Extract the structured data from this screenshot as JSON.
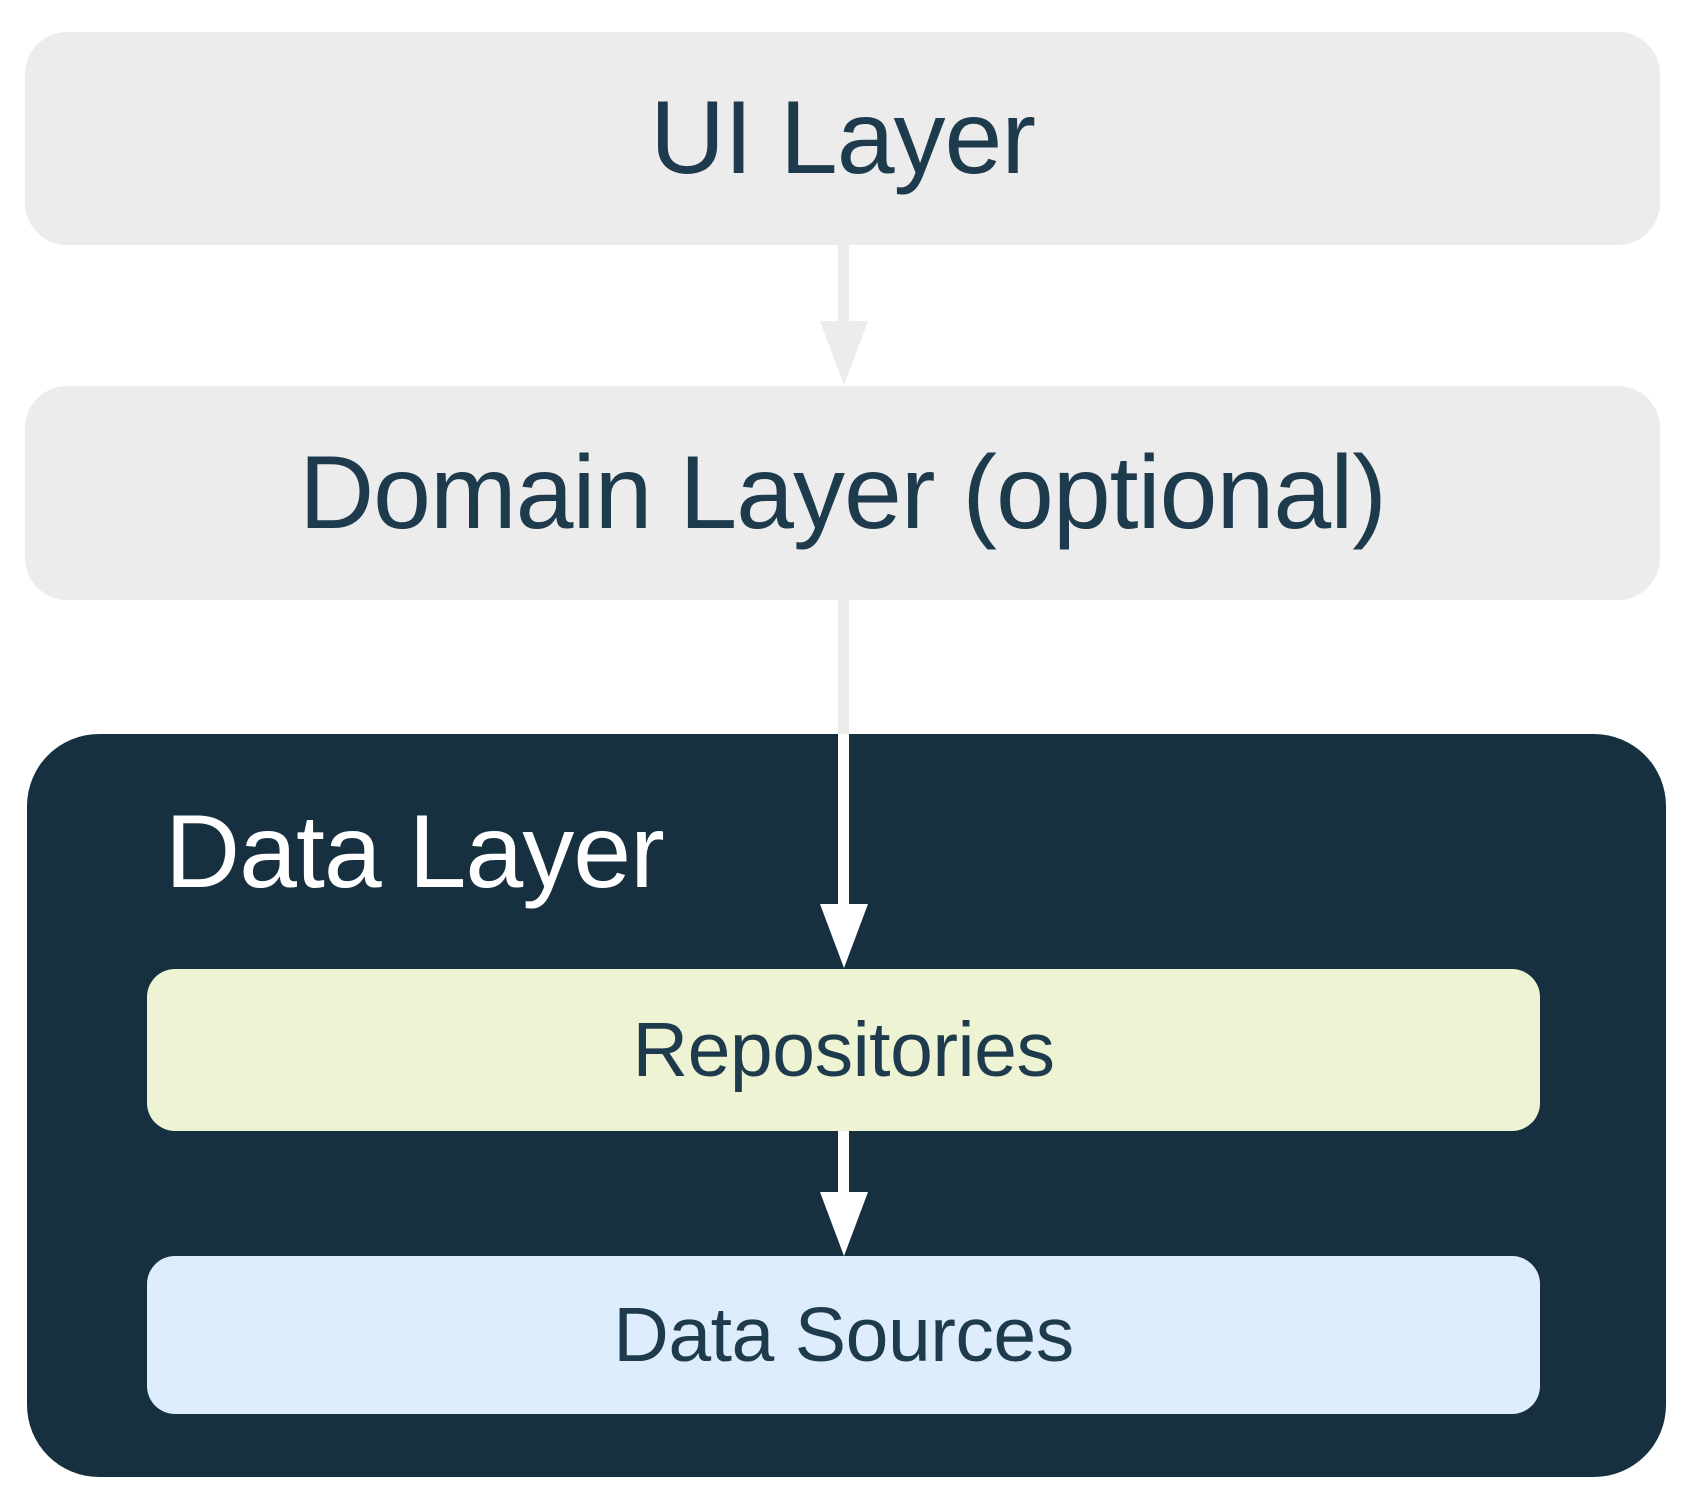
{
  "diagram": {
    "type": "layered-architecture",
    "nodes": [
      {
        "id": "ui-layer",
        "label": "UI Layer"
      },
      {
        "id": "domain-layer",
        "label": "Domain Layer (optional)"
      },
      {
        "id": "data-layer",
        "label": "Data Layer"
      },
      {
        "id": "repositories",
        "label": "Repositories"
      },
      {
        "id": "data-sources",
        "label": "Data Sources"
      }
    ],
    "edges": [
      {
        "from": "ui-layer",
        "to": "domain-layer",
        "direction": "down"
      },
      {
        "from": "domain-layer",
        "to": "repositories",
        "direction": "down"
      },
      {
        "from": "repositories",
        "to": "data-sources",
        "direction": "down"
      }
    ],
    "containment": [
      {
        "parent": "data-layer",
        "children": [
          "repositories",
          "data-sources"
        ]
      }
    ],
    "colors": {
      "background": "#FFFFFF",
      "layer_box_gray": "#ECECEC",
      "data_layer_navy": "#173040",
      "repositories_green": "#EEF4D3",
      "data_sources_blue": "#DEEDFB",
      "text_navy": "#1E3A4D",
      "text_white": "#FFFFFF",
      "arrow_gray": "#ECECEC",
      "arrow_white": "#FFFFFF"
    }
  }
}
